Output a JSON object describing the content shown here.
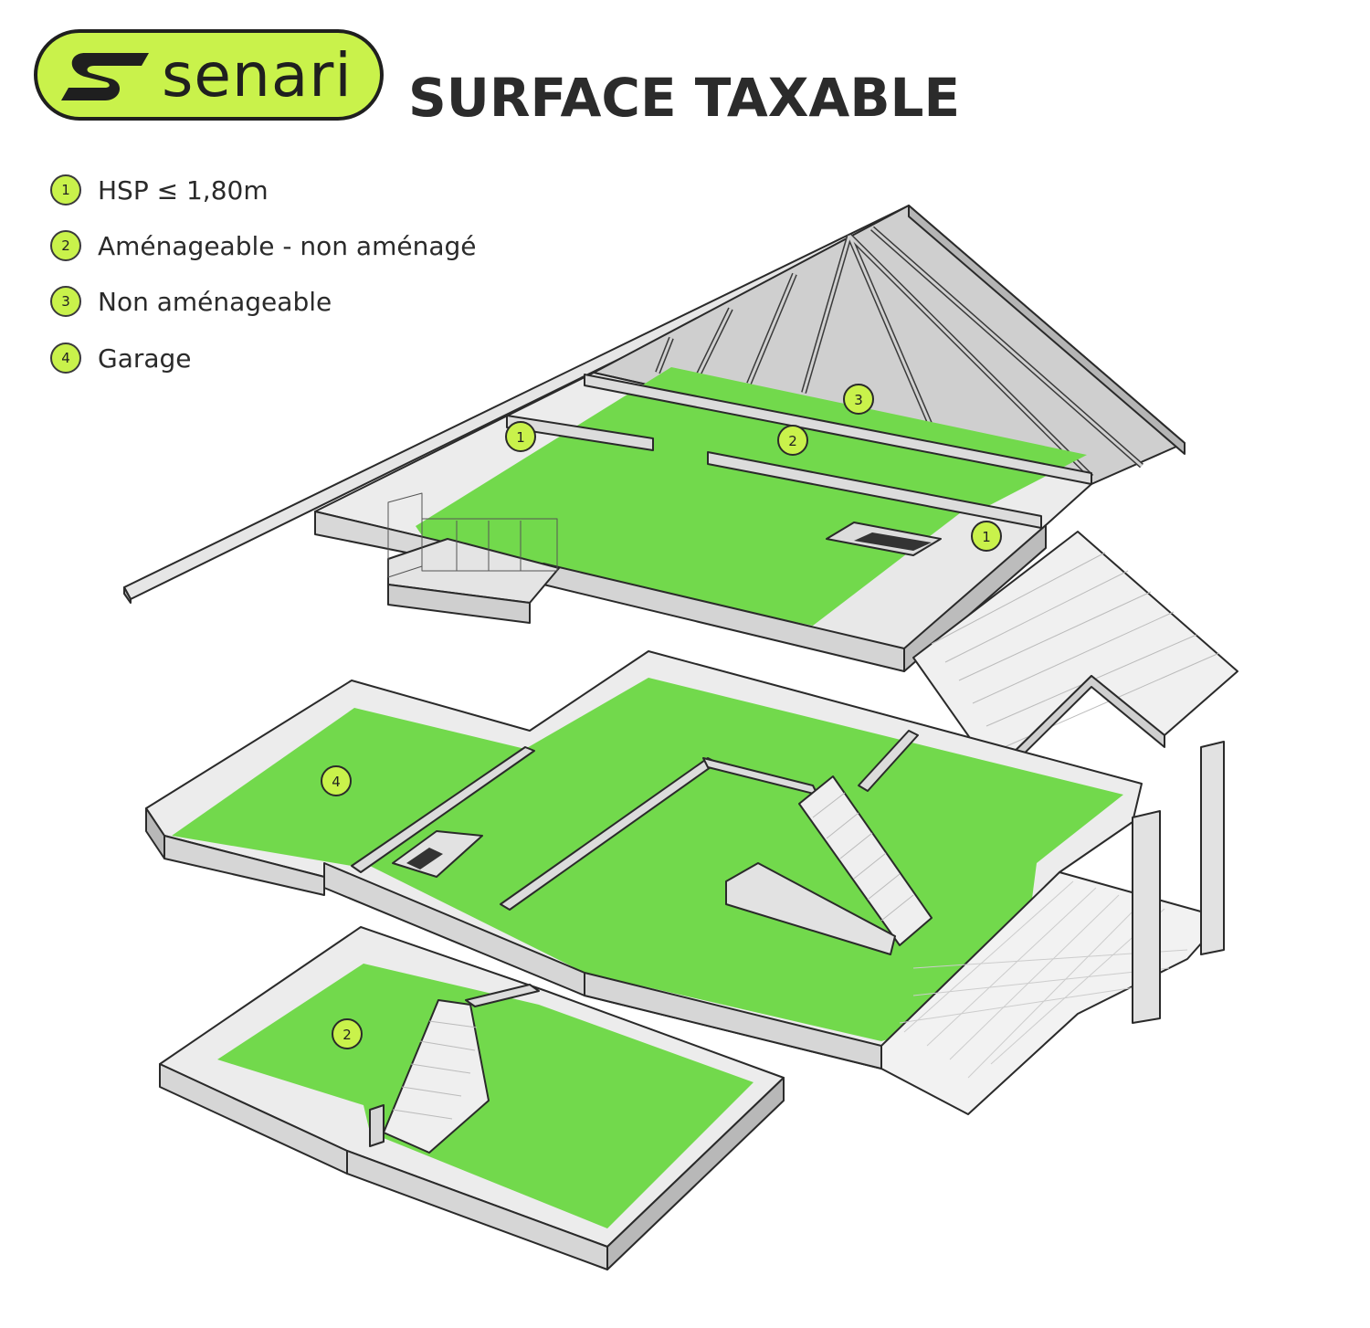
{
  "brand": {
    "wordmark": "senari",
    "accent_color": "#c9f24b",
    "dark_color": "#1f1f1f"
  },
  "title": "SURFACE TAXABLE",
  "legend": [
    {
      "number": "1",
      "label": "HSP ≤ 1,80m"
    },
    {
      "number": "2",
      "label": "Aménageable - non aménagé"
    },
    {
      "number": "3",
      "label": "Non aménageable"
    },
    {
      "number": "4",
      "label": "Garage"
    }
  ],
  "markers": {
    "attic_left": "1",
    "attic_center": "2",
    "attic_top": "3",
    "attic_right": "1",
    "ground_garage": "4",
    "basement": "2"
  },
  "colors": {
    "surface_green": "#72d94c",
    "surface_green_dark": "#5ec43a",
    "wall_light": "#eeeeee",
    "wall_mid": "#d4d4d4",
    "wall_dark": "#b8b8b8",
    "floor_grey": "#e6e6e6",
    "outline": "#2a2a2a",
    "marker_fill": "#c9f24b"
  }
}
